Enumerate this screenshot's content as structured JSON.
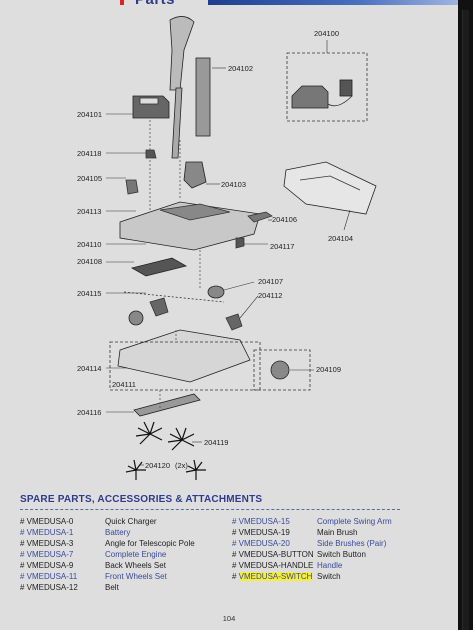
{
  "header": {
    "title": "Parts"
  },
  "diagram": {
    "part_numbers": [
      "204100",
      "204102",
      "204101",
      "204118",
      "204105",
      "204103",
      "204113",
      "204106",
      "204104",
      "204110",
      "204117",
      "204108",
      "204107",
      "204115",
      "204112",
      "204114",
      "204109",
      "204111",
      "204116",
      "204119",
      "204120",
      "(2x)"
    ]
  },
  "section": {
    "title": "SPARE PARTS, ACCESSORIES & ATTACHMENTS"
  },
  "parts_left": [
    {
      "code": "# VMEDUSA-0",
      "name": "Quick Charger",
      "highlight": false
    },
    {
      "code": "# VMEDUSA-1",
      "name": "Battery",
      "highlight": true
    },
    {
      "code": "# VMEDUSA-3",
      "name": "Angle for Telescopic Pole",
      "highlight": false
    },
    {
      "code": "# VMEDUSA-7",
      "name": "Complete Engine",
      "highlight": true
    },
    {
      "code": "# VMEDUSA-9",
      "name": "Back Wheels Set",
      "highlight": false
    },
    {
      "code": "# VMEDUSA-11",
      "name": "Front Wheels Set",
      "highlight": true
    },
    {
      "code": "# VMEDUSA-12",
      "name": "Belt",
      "highlight": false
    }
  ],
  "parts_right": [
    {
      "code": "# VMEDUSA-15",
      "name": "Complete Swing Arm",
      "highlight": true
    },
    {
      "code": "# VMEDUSA-19",
      "name": "Main Brush",
      "highlight": false
    },
    {
      "code": "# VMEDUSA-20",
      "name": "Side Brushes (Pair)",
      "highlight": true
    },
    {
      "code": "# VMEDUSA-BUTTON",
      "name": "Switch Button",
      "highlight": false
    },
    {
      "code": "# VMEDUSA-HANDLE",
      "name": "Handle",
      "highlight": true
    },
    {
      "code_prefix": "# ",
      "code_marked": "VMEDUSA-SWITCH",
      "name": "Switch",
      "highlight": false
    }
  ],
  "footer": {
    "page_number": "104"
  },
  "colors": {
    "page_background": "#dedede",
    "link_blue": "#3a4a9a",
    "title_blue": "#2e3b8c",
    "search_highlight": "#f5ee3a"
  }
}
